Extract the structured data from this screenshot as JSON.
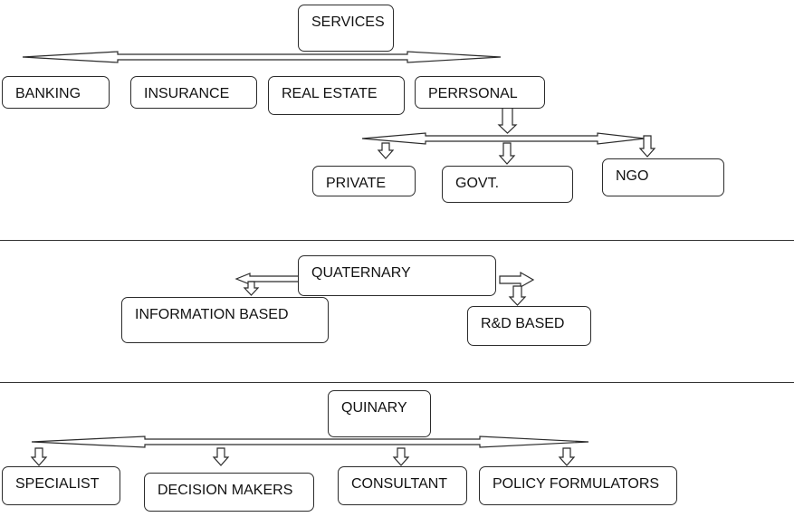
{
  "services": {
    "title": "SERVICES",
    "categories": [
      "BANKING",
      "INSURANCE",
      "REAL ESTATE",
      "PERRSONAL"
    ],
    "personal_types": [
      "PRIVATE",
      "GOVT.",
      "NGO"
    ]
  },
  "quaternary": {
    "title": "QUATERNARY",
    "branches": [
      "INFORMATION BASED",
      "R&D BASED"
    ]
  },
  "quinary": {
    "title": "QUINARY",
    "branches": [
      "SPECIALIST",
      "DECISION MAKERS",
      "CONSULTANT",
      "POLICY FORMULATORS"
    ]
  }
}
